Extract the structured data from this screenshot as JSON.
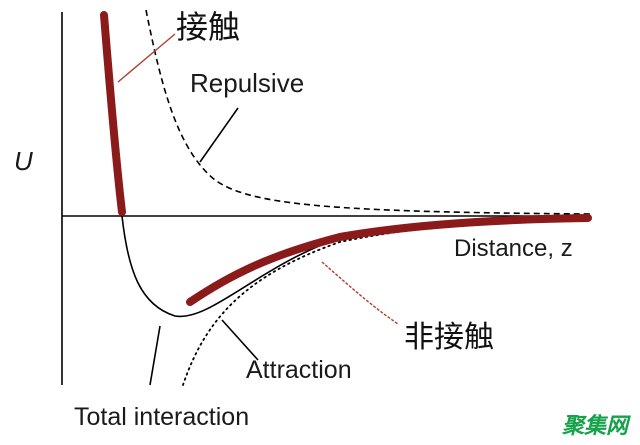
{
  "labels": {
    "y_axis": "U",
    "x_axis": "Distance, z",
    "repulsive": "Repulsive",
    "attraction": "Attraction",
    "total": "Total interaction",
    "contact": "接触",
    "non_contact": "非接触"
  },
  "watermark": "聚集网",
  "colors": {
    "contact_highlight": "#8b1a1a",
    "curve": "#000000",
    "annotation_line": "#b04030",
    "watermark": "#16a24a"
  }
}
